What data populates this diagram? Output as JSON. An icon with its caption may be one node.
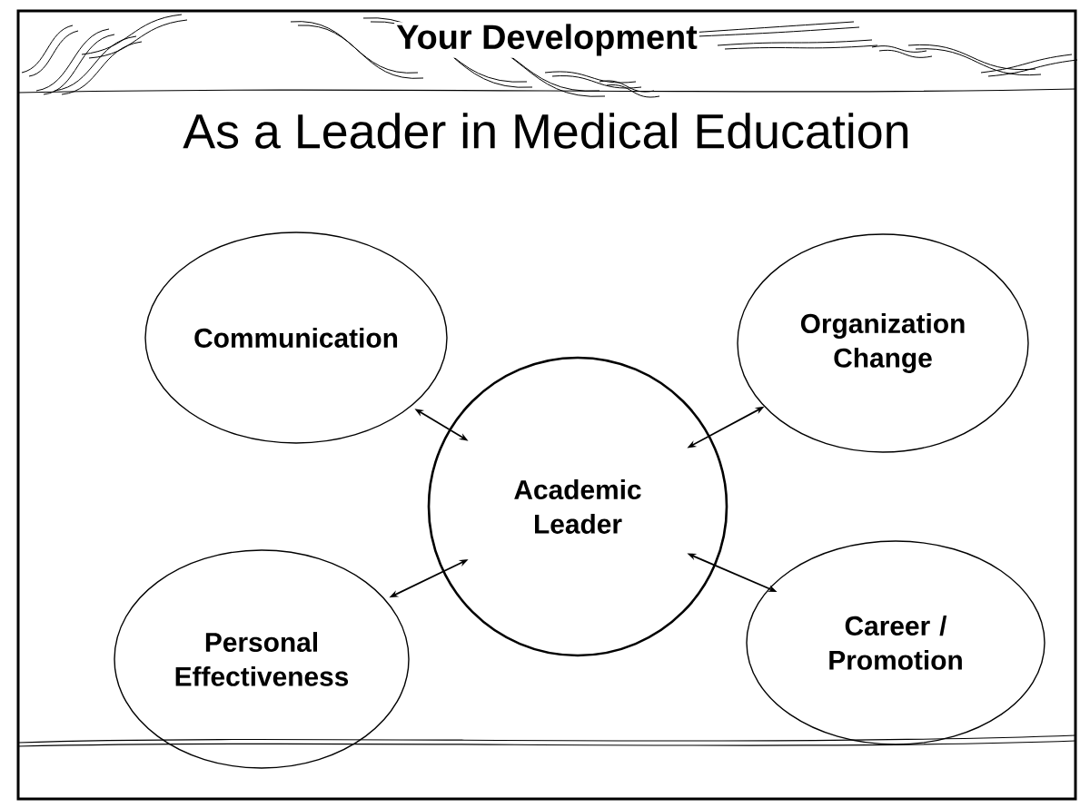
{
  "diagram": {
    "title": "Your Development",
    "nodes": [
      {
        "text": [
          "Communication"
        ]
      },
      {
        "text": [
          "Organization Change"
        ]
      },
      {
        "text": [
          "Academic Leader"
        ]
      },
      {
        "text": [
          "Personal Effectiveness"
        ]
      },
      {
        "text": [
          "Career / Promotion"
        ]
      }
    ],
    "edges": [
      {
        "from": 2,
        "to": 0,
        "arrow": "both"
      },
      {
        "from": 2,
        "to": 1,
        "arrow": "both"
      },
      {
        "from": 2,
        "to": 3,
        "arrow": "both"
      },
      {
        "from": 2,
        "to": 4,
        "arrow": "both"
      }
    ],
    "labels": [
      "As a Leader in Medical Education"
    ]
  }
}
